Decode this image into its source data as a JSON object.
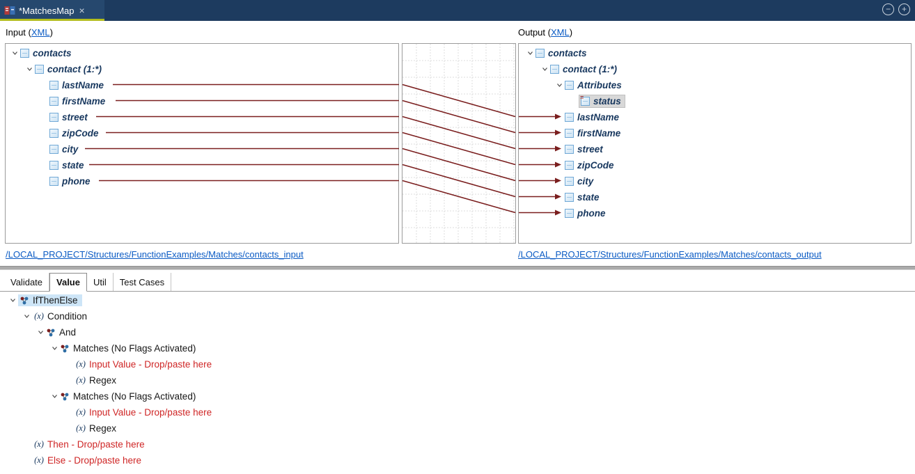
{
  "titlebar": {
    "tab_title": "*MatchesMap",
    "close_icon": "×",
    "collapse_button": "−",
    "expand_button": "+"
  },
  "mapping": {
    "input_header": {
      "prefix": "Input (",
      "link": "XML",
      "suffix": ")"
    },
    "output_header": {
      "prefix": "Output (",
      "link": "XML",
      "suffix": ")"
    },
    "input_tree": [
      {
        "label": "contacts"
      },
      {
        "label": "contact (1:*)"
      },
      {
        "label": "lastName"
      },
      {
        "label": "firstName"
      },
      {
        "label": "street"
      },
      {
        "label": "zipCode"
      },
      {
        "label": "city"
      },
      {
        "label": "state"
      },
      {
        "label": "phone"
      }
    ],
    "output_tree": [
      {
        "label": "contacts"
      },
      {
        "label": "contact (1:*)"
      },
      {
        "label": "Attributes"
      },
      {
        "label": "status"
      },
      {
        "label": "lastName"
      },
      {
        "label": "firstName"
      },
      {
        "label": "street"
      },
      {
        "label": "zipCode"
      },
      {
        "label": "city"
      },
      {
        "label": "state"
      },
      {
        "label": "phone"
      }
    ],
    "input_path": "/LOCAL_PROJECT/Structures/FunctionExamples/Matches/contacts_input",
    "output_path": "/LOCAL_PROJECT/Structures/FunctionExamples/Matches/contacts_output"
  },
  "function_pane": {
    "tabs": [
      {
        "label": "Validate"
      },
      {
        "label": "Value"
      },
      {
        "label": "Util"
      },
      {
        "label": "Test Cases"
      }
    ],
    "active_tab": "Value",
    "tree": [
      {
        "label": "IfThenElse"
      },
      {
        "label": "Condition"
      },
      {
        "label": "And"
      },
      {
        "label": "Matches (No Flags Activated)"
      },
      {
        "label": "Input Value - Drop/paste here"
      },
      {
        "label": "Regex"
      },
      {
        "label": "Matches (No Flags Activated)"
      },
      {
        "label": "Input Value - Drop/paste here"
      },
      {
        "label": "Regex"
      },
      {
        "label": "Then - Drop/paste here"
      },
      {
        "label": "Else - Drop/paste here"
      }
    ]
  },
  "icons": {
    "fx": "(x)"
  },
  "colors": {
    "topbar": "#1d3b5f",
    "tab_underline": "#b3bd1d",
    "connector": "#7a1e1e",
    "link_blue": "#0b5bc4",
    "drop_hint_red": "#cf2626",
    "selection_blue": "#cde5f7",
    "selection_grey": "#d8d8d8",
    "tree_text": "#17375e"
  }
}
